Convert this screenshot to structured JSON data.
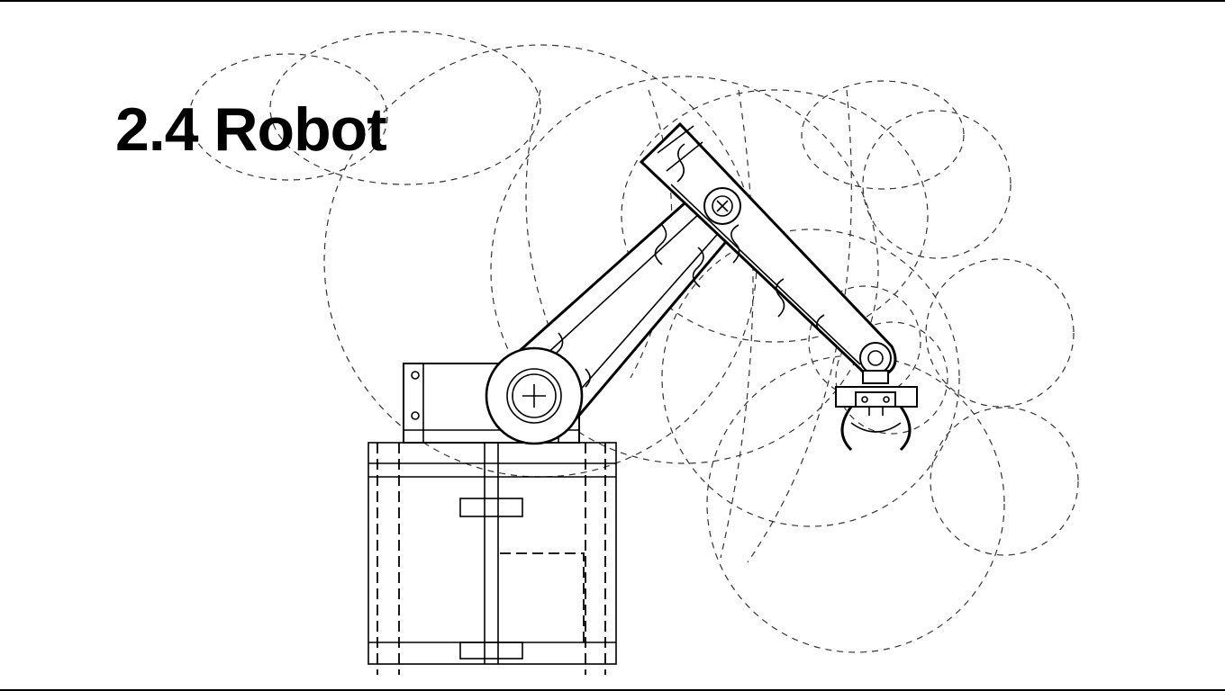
{
  "slide": {
    "title": "2.4 Robot"
  },
  "colors": {
    "background": "#ffffff",
    "ink": "#000000",
    "dashed_lines": "#333333"
  },
  "illustration": {
    "subject": "robot-arm-line-drawing",
    "parts": [
      "base-cabinet",
      "shoulder-motor",
      "upper-arm",
      "forearm",
      "gripper"
    ]
  }
}
